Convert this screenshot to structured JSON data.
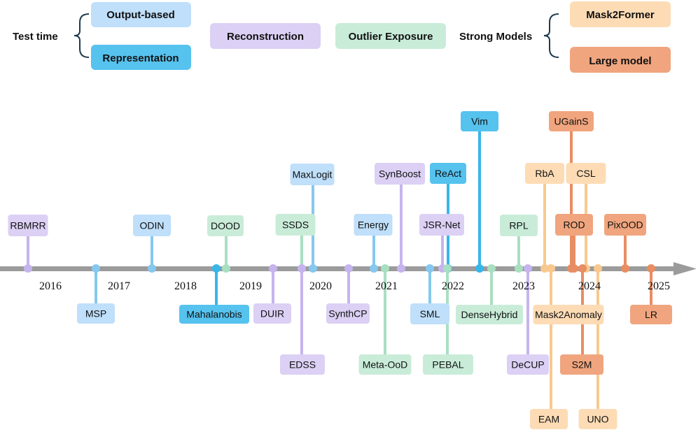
{
  "colors": {
    "output_based_fill": "#bfdffa",
    "output_based_stem": "#86c8ee",
    "representation_fill": "#56c2ee",
    "representation_stem": "#38b6ea",
    "reconstruction_fill": "#dcd0f5",
    "reconstruction_stem": "#c6b4ee",
    "outlier_exposure_fill": "#c9ecd9",
    "outlier_exposure_stem": "#a9dfc1",
    "mask2former_fill": "#fddcb5",
    "mask2former_stem": "#f8c98f",
    "large_model_fill": "#f0a57e",
    "large_model_stem": "#e98d63",
    "axis": "#9b9b9b",
    "brace": "#1f3b4d"
  },
  "legend": {
    "test_time_label": "Test time",
    "output_based": "Output-based",
    "representation": "Representation",
    "reconstruction": "Reconstruction",
    "outlier_exposure": "Outlier Exposure",
    "strong_models_label": "Strong Models",
    "mask2former": "Mask2Former",
    "large_model": "Large model"
  },
  "years": [
    "2016",
    "2017",
    "2018",
    "2019",
    "2020",
    "2021",
    "2022",
    "2023",
    "2024",
    "2025"
  ],
  "methods": [
    {
      "name": "RBMRR",
      "category": "reconstruction"
    },
    {
      "name": "MSP",
      "category": "output_based"
    },
    {
      "name": "ODIN",
      "category": "output_based"
    },
    {
      "name": "Mahalanobis",
      "category": "representation"
    },
    {
      "name": "DOOD",
      "category": "outlier_exposure"
    },
    {
      "name": "DUIR",
      "category": "reconstruction"
    },
    {
      "name": "SSDS",
      "category": "outlier_exposure"
    },
    {
      "name": "EDSS",
      "category": "reconstruction"
    },
    {
      "name": "MaxLogit",
      "category": "output_based"
    },
    {
      "name": "SynthCP",
      "category": "reconstruction"
    },
    {
      "name": "Energy",
      "category": "output_based"
    },
    {
      "name": "Meta-OoD",
      "category": "outlier_exposure"
    },
    {
      "name": "SynBoost",
      "category": "reconstruction"
    },
    {
      "name": "SML",
      "category": "output_based"
    },
    {
      "name": "JSR-Net",
      "category": "reconstruction"
    },
    {
      "name": "ReAct",
      "category": "representation"
    },
    {
      "name": "PEBAL",
      "category": "outlier_exposure"
    },
    {
      "name": "Vim",
      "category": "representation"
    },
    {
      "name": "DenseHybrid",
      "category": "outlier_exposure"
    },
    {
      "name": "RPL",
      "category": "outlier_exposure"
    },
    {
      "name": "DeCUP",
      "category": "reconstruction"
    },
    {
      "name": "RbA",
      "category": "mask2former"
    },
    {
      "name": "EAM",
      "category": "mask2former"
    },
    {
      "name": "Mask2Anomaly",
      "category": "mask2former"
    },
    {
      "name": "UGainS",
      "category": "large_model"
    },
    {
      "name": "ROD",
      "category": "large_model"
    },
    {
      "name": "CSL",
      "category": "mask2former"
    },
    {
      "name": "S2M",
      "category": "large_model"
    },
    {
      "name": "UNO",
      "category": "mask2former"
    },
    {
      "name": "PixOOD",
      "category": "large_model"
    },
    {
      "name": "LR",
      "category": "large_model"
    }
  ]
}
